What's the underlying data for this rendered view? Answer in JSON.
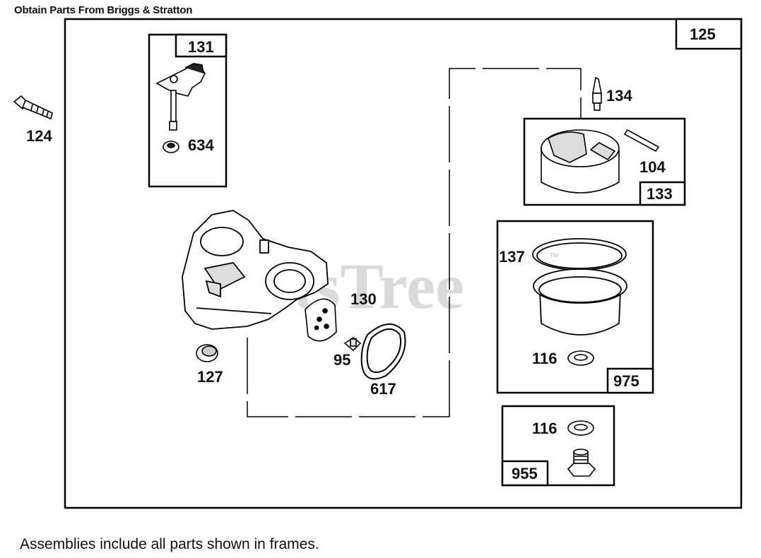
{
  "header": {
    "source_note": "Obtain Parts From Briggs & Stratton"
  },
  "footer": {
    "note": "Assemblies include all parts shown in frames."
  },
  "watermark": {
    "text": "PartsTree",
    "trademark": "™"
  },
  "assembly_frames": {
    "main": "125",
    "choke_shaft_kit": "131",
    "float_kit": "133",
    "fuel_bowl_kit": "975",
    "drain_kit": "955"
  },
  "parts": {
    "screw": "124",
    "choke_shaft": "634",
    "inlet_needle": "134",
    "hinge_pin": "104",
    "gasket_bowl": "137",
    "bowl_washer": "116",
    "drain_washer": "116",
    "diaphragm_plate": "130",
    "welch_plug": "127",
    "jet": "95",
    "o_ring": "617"
  }
}
